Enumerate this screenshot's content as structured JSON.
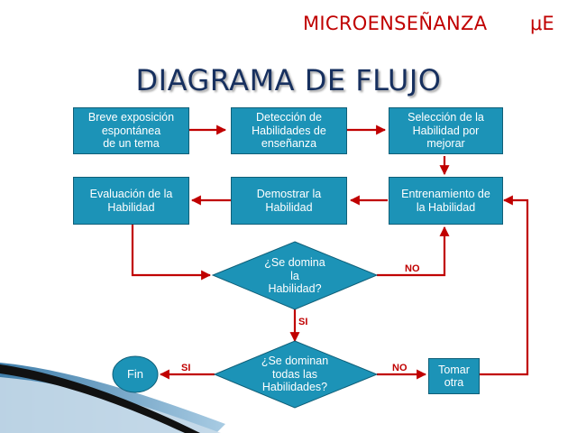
{
  "header": {
    "title": "MICROENSEÑANZA",
    "symbol": "μE"
  },
  "slide": {
    "title": "DIAGRAMA DE FLUJO"
  },
  "nodes": {
    "exposicion": "Breve exposición\nespontánea\nde un tema",
    "deteccion": "Detección de\nHabilidades de\nenseñanza",
    "seleccion": "Selección de la\nHabilidad por\nmejorar",
    "evaluacion": "Evaluación de la\nHabilidad",
    "demostrar": "Demostrar la\nHabilidad",
    "entrenamiento": "Entrenamiento de\nla Habilidad",
    "domina": "¿Se domina\nla\nHabilidad?",
    "dominan": "¿Se dominan\ntodas las\nHabilidades?",
    "tomar": "Tomar\notra",
    "fin": "Fin"
  },
  "edge_labels": {
    "no_1": "NO",
    "si_1": "SI",
    "si_2": "SI",
    "no_2": "NO"
  },
  "colors": {
    "node_fill": "#1c93b7",
    "arrow": "#c00000",
    "title": "#17305f",
    "header": "#c00000"
  }
}
